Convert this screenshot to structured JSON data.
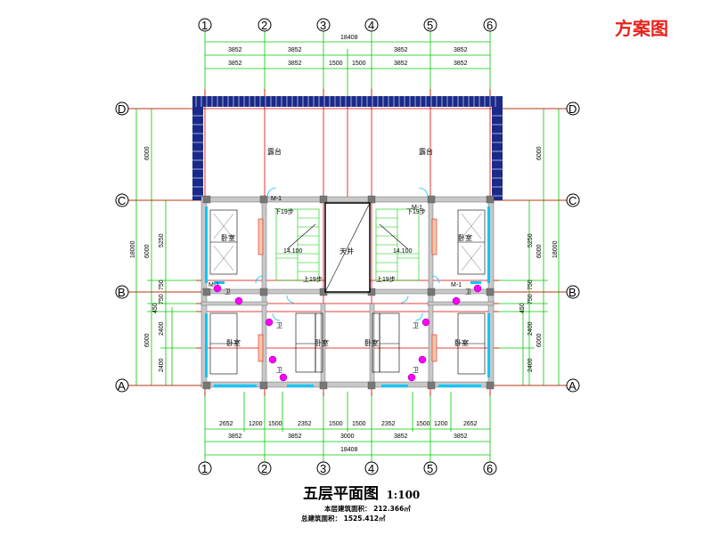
{
  "scheme_label": "方案图",
  "title": "五层平面图",
  "scale": "1:100",
  "stats": {
    "floor_area_label": "本层建筑面积：",
    "floor_area_value": "212.366㎡",
    "total_area_label": "总建筑面积：",
    "total_area_value": "1525.412㎡"
  },
  "axes": {
    "columns": [
      "1",
      "2",
      "3",
      "4",
      "5",
      "6"
    ],
    "rows": [
      "A",
      "B",
      "C",
      "D"
    ]
  },
  "dims_top": {
    "total": "18408",
    "row1": [
      "3852",
      "3852",
      "3852",
      "3852"
    ],
    "row2": [
      "3852",
      "3852",
      "1500",
      "1500",
      "3852",
      "3852"
    ]
  },
  "dims_bottom": {
    "row1": [
      "2652",
      "1200",
      "1500",
      "2352",
      "1500",
      "1500",
      "2352",
      "1500",
      "1200",
      "2652"
    ],
    "row2": [
      "3852",
      "3852",
      "3000",
      "3852",
      "3852"
    ],
    "total": "18408"
  },
  "dims_left": {
    "outer": [
      "6000",
      "18000"
    ],
    "mid": [
      "6000",
      "5250",
      "750",
      "750",
      "450",
      "6000"
    ],
    "inner": [
      "2400",
      "2400"
    ]
  },
  "dims_right": {
    "outer": [
      "6000",
      "18000"
    ],
    "mid": [
      "6000",
      "5250",
      "750",
      "750",
      "450",
      "6000"
    ],
    "inner": [
      "2400",
      "2400"
    ]
  },
  "rooms": {
    "terrace": "露台",
    "bedroom": "卧室",
    "courtyard": "天井",
    "door": "M-1",
    "stair_down": "下19步",
    "stair_up": "上19步",
    "elevation": "14.100",
    "toilet": "卫"
  },
  "colors": {
    "axis": "#00cc00",
    "wall": "#e00000",
    "dim": "#00cc00",
    "highlight": "#e8231b",
    "fixture": "#ff00ff",
    "glass": "#00c8ff",
    "roof": "#1a2a8a"
  }
}
